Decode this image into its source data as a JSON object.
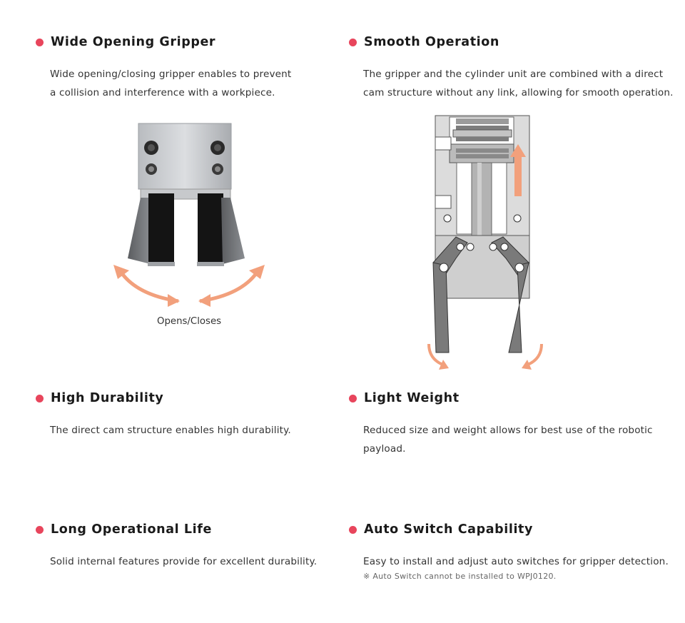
{
  "features": [
    {
      "title": "Wide Opening Gripper",
      "lines": [
        "Wide opening/closing gripper enables to prevent",
        "a collision and interference with a workpiece."
      ]
    },
    {
      "title": "Smooth Operation",
      "lines": [
        "The gripper and the cylinder unit are combined with a direct",
        "cam structure without any link, allowing for smooth operation."
      ]
    },
    {
      "title": "High Durability",
      "lines": [
        "The direct cam structure enables high durability."
      ]
    },
    {
      "title": "Light Weight",
      "lines": [
        "Reduced size and weight allows for best use of the robotic",
        "payload."
      ]
    },
    {
      "title": "Long Operational Life",
      "lines": [
        "Solid internal features provide for excellent durability."
      ]
    },
    {
      "title": "Auto Switch Capability",
      "lines": [
        "Easy to install and adjust auto switches for gripper detection."
      ],
      "note": "※ Auto Switch cannot be installed to WPJ0120."
    }
  ],
  "figure_caption": "Opens/Closes",
  "colors": {
    "bullet": "#e8455c",
    "arrow": "#f2a07c"
  }
}
